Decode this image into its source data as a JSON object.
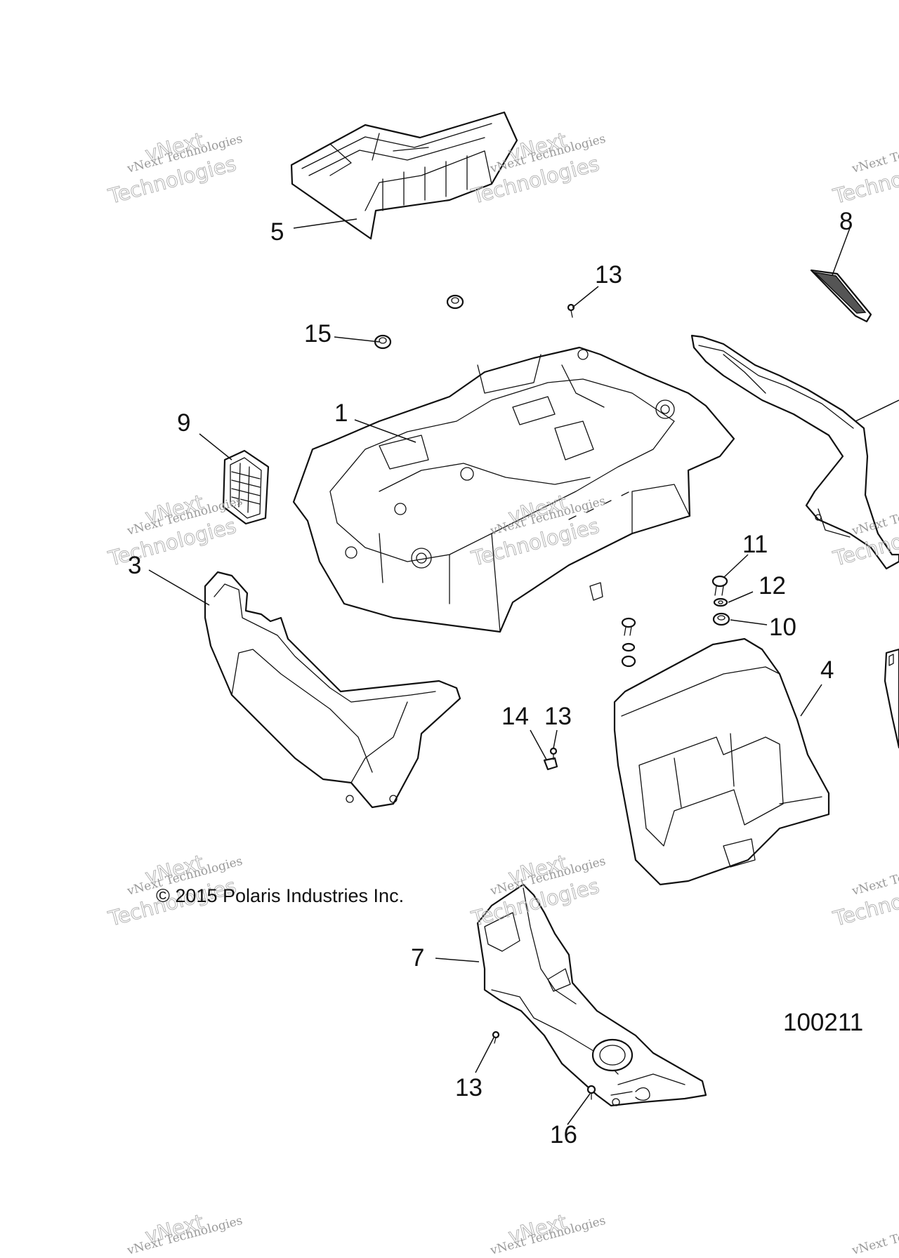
{
  "diagram": {
    "figure_number": "100211",
    "copyright": "© 2015 Polaris Industries Inc.",
    "watermark": {
      "line1": "vNext Technologies",
      "line2": "vNext",
      "line3": "Technologies"
    },
    "callouts": [
      {
        "id": "c1",
        "label": "1"
      },
      {
        "id": "c3",
        "label": "3"
      },
      {
        "id": "c4",
        "label": "4"
      },
      {
        "id": "c5",
        "label": "5"
      },
      {
        "id": "c7",
        "label": "7"
      },
      {
        "id": "c8",
        "label": "8"
      },
      {
        "id": "c9",
        "label": "9"
      },
      {
        "id": "c10",
        "label": "10"
      },
      {
        "id": "c11",
        "label": "11"
      },
      {
        "id": "c12",
        "label": "12"
      },
      {
        "id": "c13a",
        "label": "13"
      },
      {
        "id": "c13b",
        "label": "13"
      },
      {
        "id": "c13c",
        "label": "13"
      },
      {
        "id": "c14",
        "label": "14"
      },
      {
        "id": "c15",
        "label": "15"
      },
      {
        "id": "c16",
        "label": "16"
      }
    ]
  }
}
